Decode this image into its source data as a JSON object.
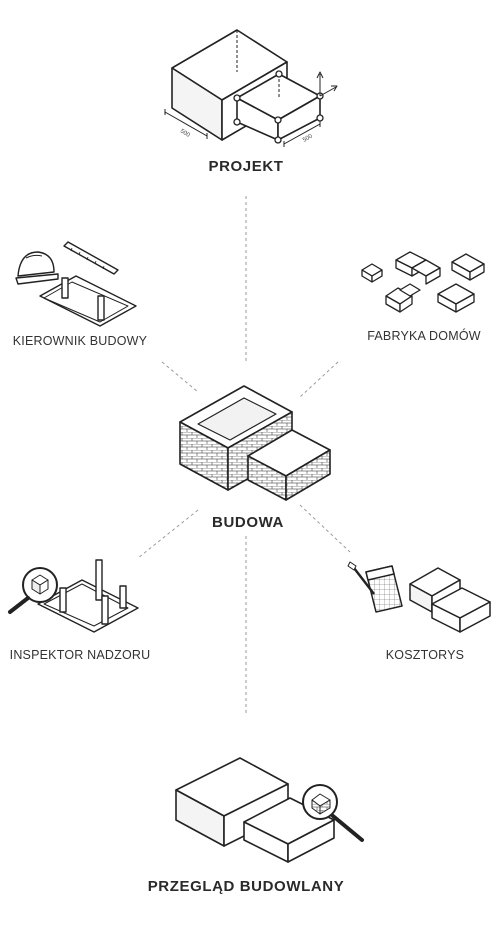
{
  "nodes": {
    "projekt": {
      "label": "PROJEKT",
      "icon": "blueprint-boxes-icon"
    },
    "kierownik": {
      "label": "KIEROWNIK BUDOWY",
      "icon": "helmet-ruler-icon"
    },
    "fabryka": {
      "label": "FABRYKA DOMÓW",
      "icon": "prefab-blocks-icon"
    },
    "budowa": {
      "label": "BUDOWA",
      "icon": "brick-house-icon"
    },
    "inspektor": {
      "label": "INSPEKTOR NADZORU",
      "icon": "magnifier-frame-icon"
    },
    "kosztorys": {
      "label": "KOSZTORYS",
      "icon": "cost-sheet-icon"
    },
    "przeglad": {
      "label": "PRZEGLĄD BUDOWLANY",
      "icon": "inspection-house-icon"
    }
  },
  "dimensions": {
    "left": "500",
    "right": "500"
  },
  "colors": {
    "line": "#222222",
    "dash": "#9a9a9a",
    "text": "#2a2a2a"
  }
}
